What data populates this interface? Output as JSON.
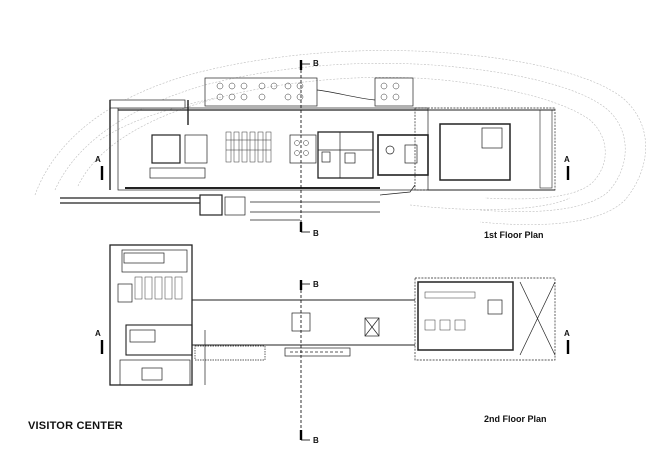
{
  "title": "VISITOR CENTER",
  "floors": {
    "first": "1st Floor Plan",
    "second": "2nd Floor Plan"
  },
  "section_marks": {
    "a": "A",
    "b": "B"
  }
}
